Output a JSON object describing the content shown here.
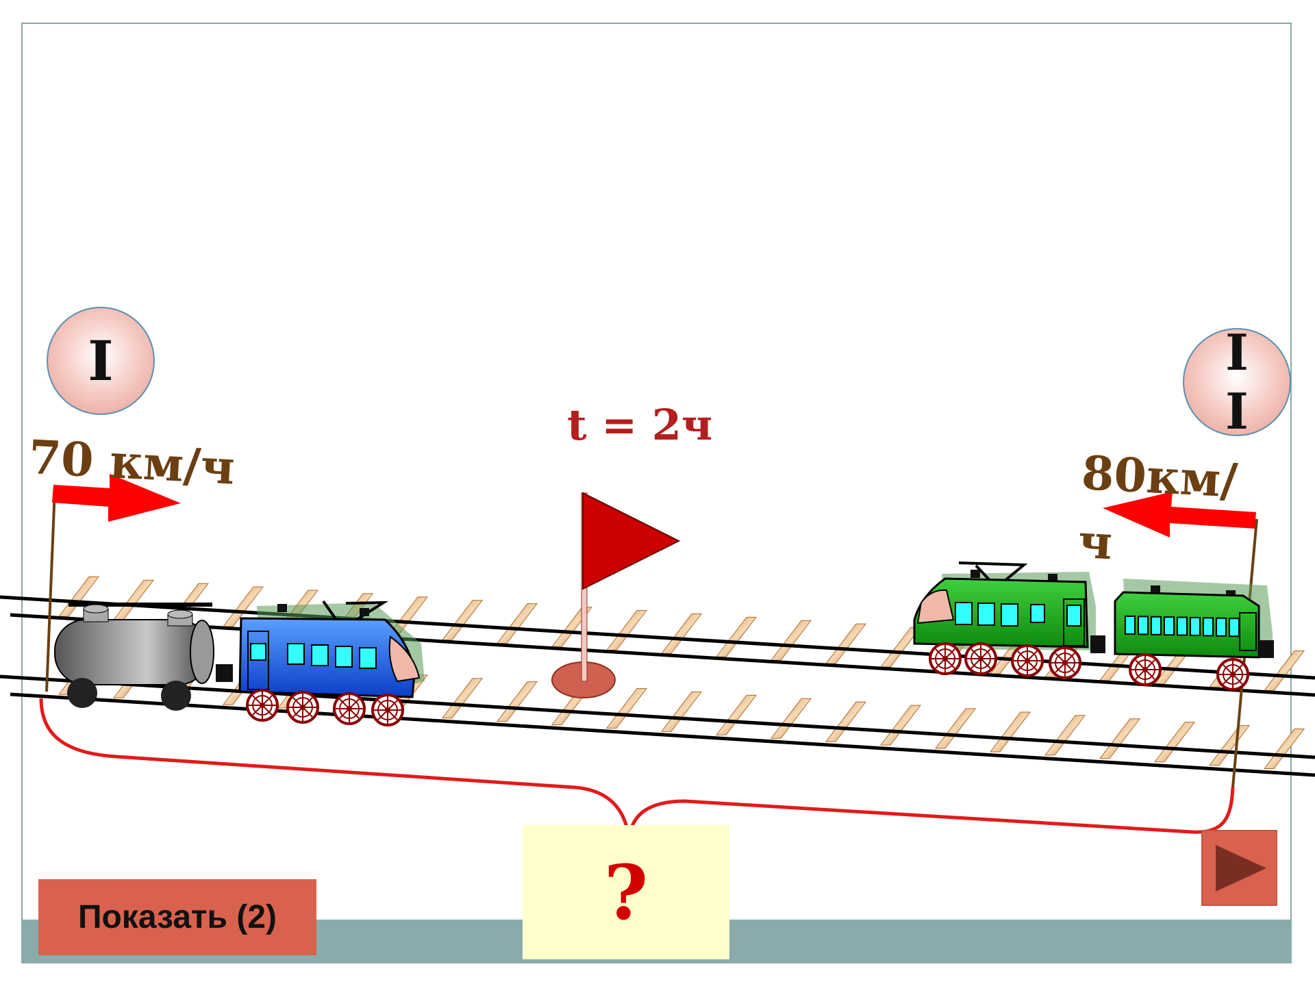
{
  "train1": {
    "number": "I",
    "speed": "70 км/ч"
  },
  "train2": {
    "number_lines": [
      "I",
      "I"
    ],
    "speed": "80км/ч"
  },
  "time_label": "t = 2ч",
  "answer_placeholder": "?",
  "show_button_label": "Показать (2)",
  "next_icon": "play-triangle-icon",
  "colors": {
    "speed_text": "#6b3f12",
    "time_text": "#b51e1e",
    "arrow": "#ff0000",
    "brace": "#e31a1a",
    "button": "#d9624e",
    "band": "#8aabab",
    "train1": "#1a5ef0",
    "train2": "#19a619",
    "tank": "#777777"
  }
}
